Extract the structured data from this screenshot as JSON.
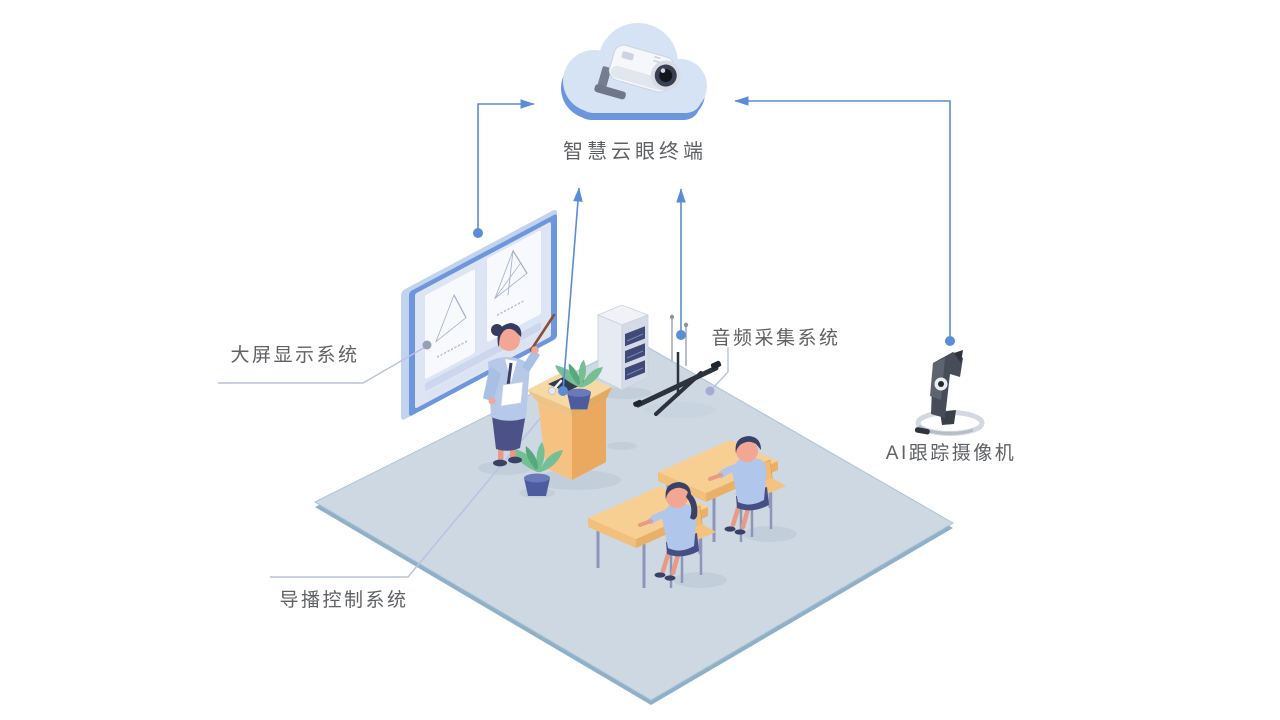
{
  "diagram": {
    "labels": {
      "cloud_terminal": "智慧云眼终端",
      "display_system": "大屏显示系统",
      "audio_system": "音频采集系统",
      "ai_camera": "AI跟踪摄像机",
      "director_system": "导播控制系统"
    },
    "nodes": [
      {
        "id": "cloud-terminal",
        "label": "智慧云眼终端",
        "icon": "cloud-camera-icon"
      },
      {
        "id": "display-system",
        "label": "大屏显示系统",
        "icon": "display-screen-icon"
      },
      {
        "id": "audio-system",
        "label": "音频采集系统",
        "icon": "microphone-stand-icon"
      },
      {
        "id": "ai-tracking-camera",
        "label": "AI跟踪摄像机",
        "icon": "tracking-camera-icon"
      },
      {
        "id": "director-system",
        "label": "导播控制系统",
        "icon": "podium-console-icon"
      }
    ],
    "connections": [
      {
        "from": "display-system",
        "to": "cloud-terminal",
        "style": "arrow"
      },
      {
        "from": "director-system",
        "to": "cloud-terminal",
        "style": "arrow"
      },
      {
        "from": "audio-system",
        "to": "cloud-terminal",
        "style": "arrow"
      },
      {
        "from": "ai-tracking-camera",
        "to": "cloud-terminal",
        "style": "arrow"
      }
    ],
    "colors": {
      "arrow_blue": "#5b8cd6",
      "connector_lavender": "#b9c0e4",
      "label_text": "#5f6164",
      "cloud_fill": "#d6e3f5",
      "cloud_rim": "#6b95dc",
      "floor": "#cdd8e3",
      "wood_orange": "#f5c98a",
      "podium_orange": "#f3bc77",
      "figure_blue": "#b6c9e9",
      "navy_dark": "#3b4066"
    }
  }
}
